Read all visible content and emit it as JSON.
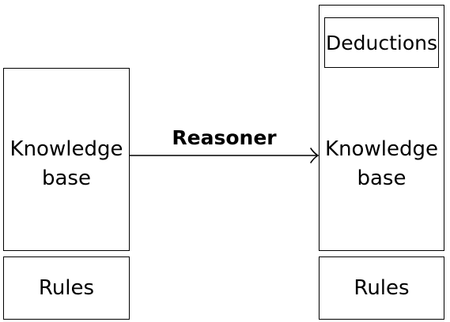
{
  "left": {
    "knowledge_base": [
      "Knowledge",
      "base"
    ],
    "rules": "Rules"
  },
  "arrow": {
    "label": "Reasoner"
  },
  "right": {
    "deductions": "Deductions",
    "knowledge_base": [
      "Knowledge",
      "base"
    ],
    "rules": "Rules"
  },
  "colors": {
    "stroke": "#000000",
    "background": "#ffffff"
  }
}
